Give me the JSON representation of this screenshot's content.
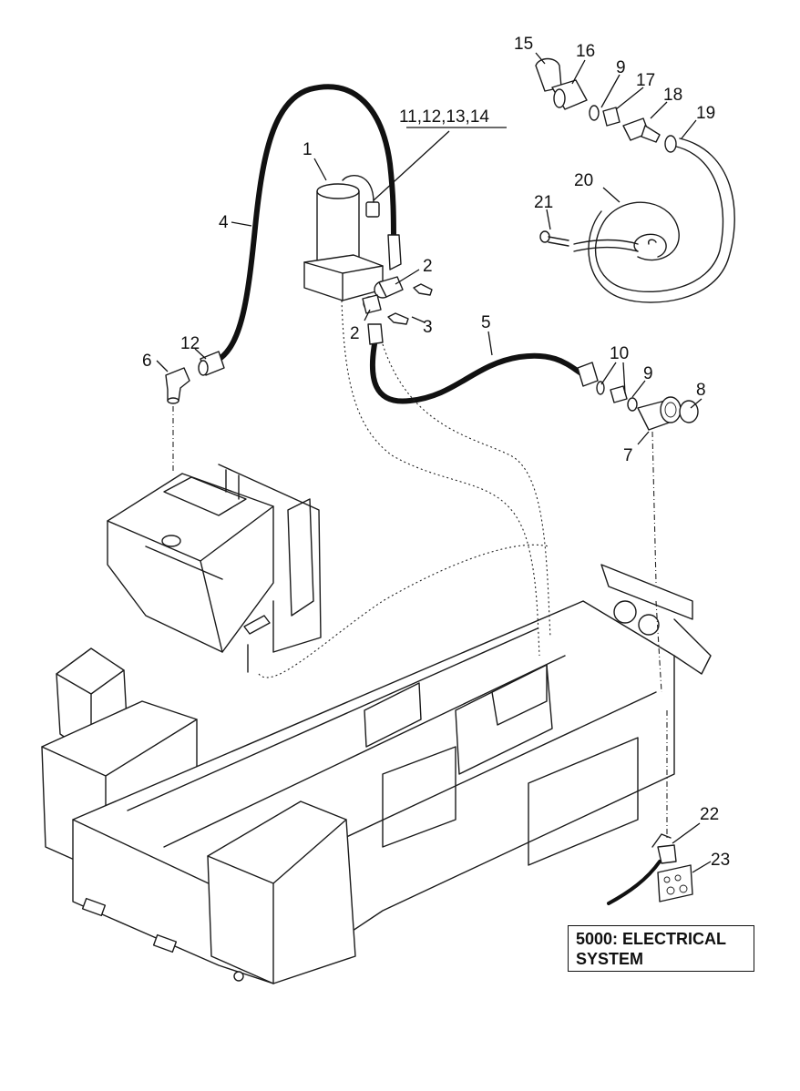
{
  "callouts": {
    "c1": "1",
    "c2a": "2",
    "c2b": "2",
    "c3": "3",
    "c4": "4",
    "c5": "5",
    "c6": "6",
    "c7": "7",
    "c8": "8",
    "c9a": "9",
    "c9b": "9",
    "c10": "10",
    "c11_14": "11,12,13,14",
    "c12": "12",
    "c15": "15",
    "c16": "16",
    "c17": "17",
    "c18": "18",
    "c19": "19",
    "c20": "20",
    "c21": "21",
    "c22": "22",
    "c23": "23"
  },
  "reference_box": {
    "line1": "5000: ELECTRICAL",
    "line2": "SYSTEM"
  }
}
